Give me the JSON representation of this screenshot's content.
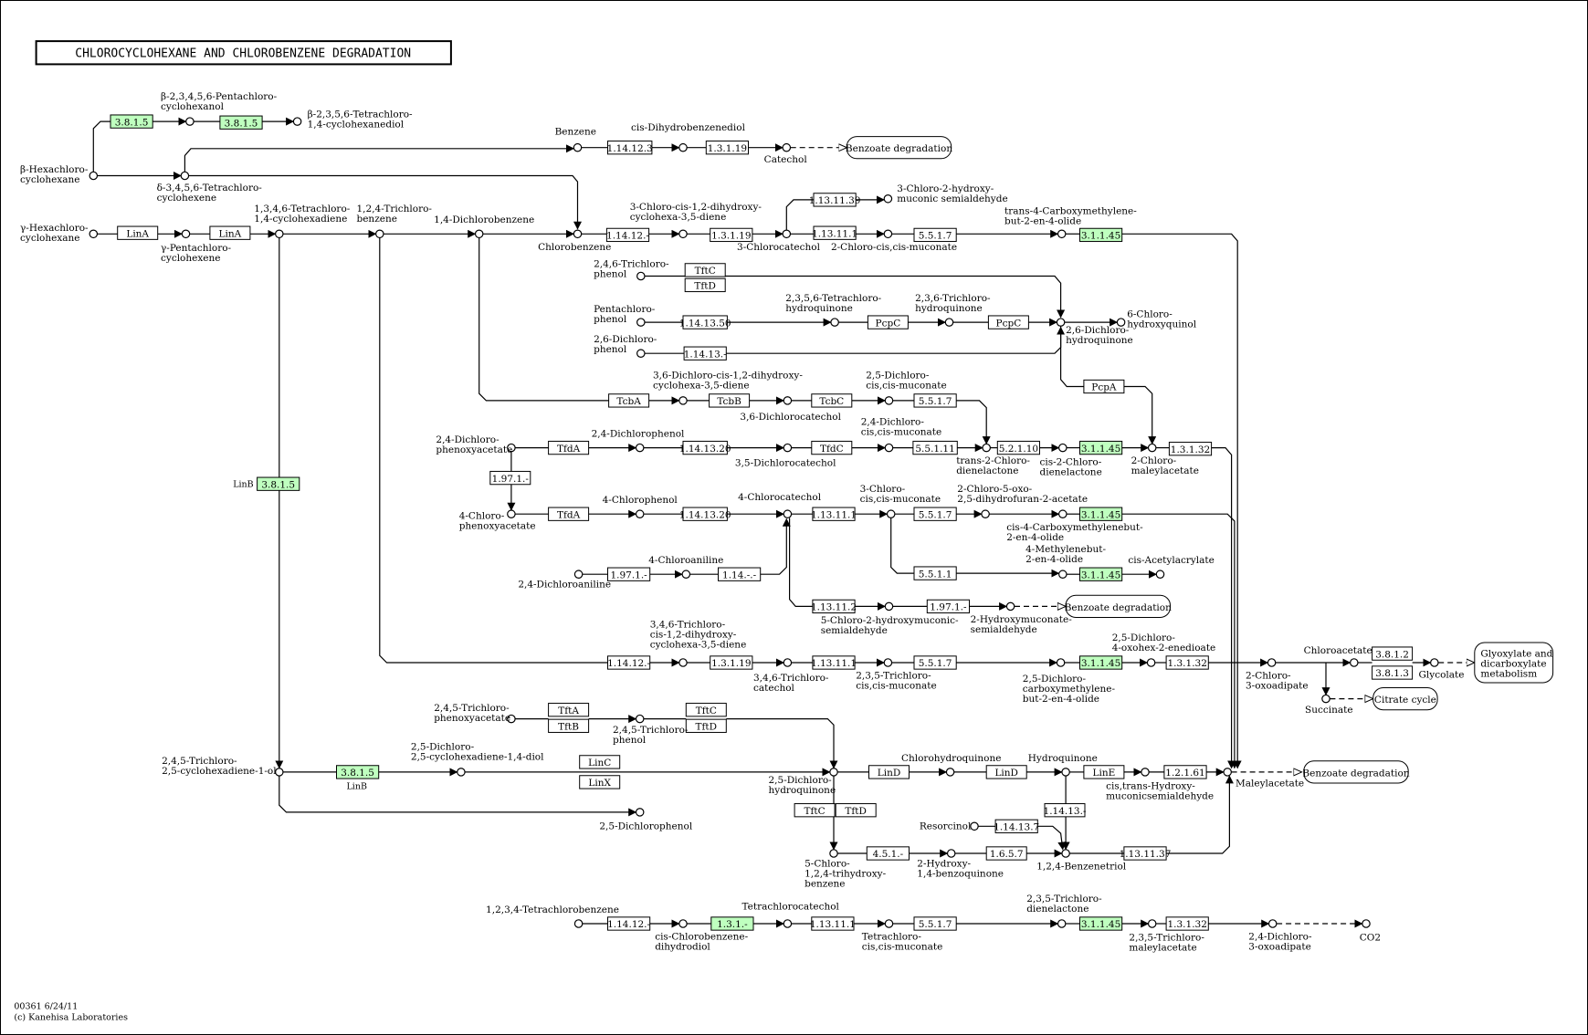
{
  "title": "CHLOROCYCLOHEXANE AND CHLOROBENZENE DEGRADATION",
  "footer": {
    "code": "00361 6/24/11",
    "copyright": "(c) Kanehisa Laboratories"
  },
  "colors": {
    "highlight": "#bfffbf",
    "plain": "#ffffff",
    "line": "#000000"
  },
  "enzymes": {
    "e381a": "3.8.1.5",
    "e381b": "3.8.1.5",
    "e381c": "3.8.1.5",
    "e381d": "3.8.1.5",
    "linA1": "LinA",
    "linA2": "LinA",
    "e114123": "1.14.12.3",
    "e13119a": "1.3.1.19",
    "e1412a": "1.14.12.-",
    "e13119b": "1.3.1.19",
    "e1313139": "1.13.11.39",
    "e1311a": "1.13.11.1",
    "e5517a": "5.5.1.7",
    "e3145a": "3.1.1.45",
    "tftC1": "TftC",
    "tftD1": "TftD",
    "e1141350": "1.14.13.50",
    "pcpC1": "PcpC",
    "pcpC2": "PcpC",
    "e11413a": "1.14.13.-",
    "tcbA": "TcbA",
    "tcbB": "TcbB",
    "tcbC": "TcbC",
    "e5517b": "5.5.1.7",
    "pcpA": "PcpA",
    "tfdA1": "TfdA",
    "e1141320a": "1.14.13.20",
    "tfdC": "TfdC",
    "e55111": "5.5.1.11",
    "e52110": "5.2.1.10",
    "e3145b": "3.1.1.45",
    "e13132a": "1.3.1.32",
    "e1971a": "1.97.1.-",
    "tfdA2": "TfdA",
    "e1141320b": "1.14.13.20",
    "e1311b": "1.13.11.1",
    "e5517c": "5.5.1.7",
    "e3145c": "3.1.1.45",
    "e5511": "5.5.1.1",
    "e3145d": "3.1.1.45",
    "e1971b": "1.97.1.-",
    "e114b": "1.14.-.-",
    "e1311212": "1.13.11.2",
    "e1971c": "1.97.1.-",
    "e1412b": "1.14.12.-",
    "e13119c": "1.3.1.19",
    "e1311c": "1.13.11.1",
    "e5517d": "5.5.1.7",
    "e3145e": "3.1.1.45",
    "e13132b": "1.3.1.32",
    "e3812": "3.8.1.2",
    "e3813": "3.8.1.3",
    "tftA": "TftA",
    "tftB": "TftB",
    "tftC2": "TftC",
    "tftD2": "TftD",
    "linC": "LinC",
    "linX": "LinX",
    "tftC3": "TftC",
    "tftD3": "TftD",
    "linD1": "LinD",
    "linD2": "LinD",
    "linE": "LinE",
    "e12161": "1.2.1.61",
    "e11413b": "1.14.13.-",
    "e114137": "1.14.13.7",
    "e451": "4.5.1.-",
    "e1657": "1.6.5.7",
    "e1311137": "1.13.11.37",
    "e1412c": "1.14.12.-",
    "e131": "1.3.1.-",
    "e1311d": "1.13.11.1",
    "e5517e": "5.5.1.7",
    "e3145f": "3.1.1.45",
    "e13132c": "1.3.1.32"
  },
  "compounds": {
    "c_pentachlorocyclohexanol": [
      "β-2,3,4,5,6-Pentachloro-",
      "cyclohexanol"
    ],
    "c_tetrachlorocyclohexanediol": [
      "β-2,3,5,6-Tetrachloro-",
      "1,4-cyclohexanediol"
    ],
    "c_bhch": [
      "β-Hexachloro-",
      "cyclohexane"
    ],
    "c_tetrachlorocyclohexene": [
      "δ-3,4,5,6-Tetrachloro-",
      "cyclohexene"
    ],
    "c_benzene": [
      "Benzene"
    ],
    "c_cisdihydrobenzenediol": [
      "cis-Dihydrobenzenediol"
    ],
    "c_catechol": [
      "Catechol"
    ],
    "c_ghch": [
      "γ-Hexachloro-",
      "cyclohexane"
    ],
    "c_ypcch": [
      "γ-Pentachloro-",
      "cyclohexene"
    ],
    "c_tetrachlorocyclohexadiene": [
      "1,3,4,6-Tetrachloro-",
      "1,4-cyclohexadiene"
    ],
    "c_124tcb": [
      "1,2,4-Trichloro-",
      "benzene"
    ],
    "c_14dcb": [
      "1,4-Dichlorobenzene"
    ],
    "c_chlorobenzene": [
      "Chlorobenzene"
    ],
    "c_3cldihydroxycyclohexadiene": [
      "3-Chloro-cis-1,2-dihydroxy-",
      "cyclohexa-3,5-diene"
    ],
    "c_3chlorocatechol": [
      "3-Chlorocatechol"
    ],
    "c_3cl2hydroxymuconic": [
      "3-Chloro-2-hydroxy-",
      "muconic semialdehyde"
    ],
    "c_2clmuconate": [
      "2-Chloro-cis,cis-muconate"
    ],
    "c_trans4cmb": [
      "trans-4-Carboxymethylene-",
      "but-2-en-4-olide"
    ],
    "c_246tcp": [
      "2,4,6-Trichloro-",
      "phenol"
    ],
    "c_pcp": [
      "Pentachloro-",
      "phenol"
    ],
    "c_2356tchq": [
      "2,3,5,6-Tetrachloro-",
      "hydroquinone"
    ],
    "c_236tchq": [
      "2,3,6-Trichloro-",
      "hydroquinone"
    ],
    "c_26dcp": [
      "2,6-Dichloro-",
      "phenol"
    ],
    "c_26dchq": [
      "2,6-Dichloro-",
      "hydroquinone"
    ],
    "c_6clhydroxyquinol": [
      "6-Chloro-",
      "hydroxyquinol"
    ],
    "c_36dcdihydroxy": [
      "3,6-Dichloro-cis-1,2-dihydroxy-",
      "cyclohexa-3,5-diene"
    ],
    "c_36dcc": [
      "3,6-Dichlorocatechol"
    ],
    "c_25dcmuconate": [
      "2,5-Dichloro-",
      "cis,cis-muconate"
    ],
    "c_24dcmuconate": [
      "2,4-Dichloro-",
      "cis,cis-muconate"
    ],
    "c_24d": [
      "2,4-Dichloro-",
      "phenoxyacetate"
    ],
    "c_24dcp": [
      "2,4-Dichlorophenol"
    ],
    "c_35dcc": [
      "3,5-Dichlorocatechol"
    ],
    "c_trans2cdl": [
      "trans-2-Chloro-",
      "dienelactone"
    ],
    "c_cis2cdl": [
      "cis-2-Chloro-",
      "dienelactone"
    ],
    "c_2clmaleylacetate": [
      "2-Chloro-",
      "maleylacetate"
    ],
    "c_4cpa": [
      "4-Chloro-",
      "phenoxyacetate"
    ],
    "c_4cp": [
      "4-Chlorophenol"
    ],
    "c_4cc": [
      "4-Chlorocatechol"
    ],
    "c_3clmuconate": [
      "3-Chloro-",
      "cis,cis-muconate"
    ],
    "c_2cl5oxo": [
      "2-Chloro-5-oxo-",
      "2,5-dihydrofuran-2-acetate"
    ],
    "c_cis4cmb": [
      "cis-4-Carboxymethylenebut-",
      "2-en-4-olide"
    ],
    "c_4methylenebutenolide": [
      "4-Methylenebut-",
      "2-en-4-olide"
    ],
    "c_cisacetylacrylate": [
      "cis-Acetylacrylate"
    ],
    "c_24dca": [
      "2,4-Dichloroaniline"
    ],
    "c_4ca": [
      "4-Chloroaniline"
    ],
    "c_5cl2hms": [
      "5-Chloro-2-hydroxymuconic-",
      "semialdehyde"
    ],
    "c_2hms": [
      "2-Hydroxymuconate-",
      "semialdehyde"
    ],
    "c_346tcdihydroxy": [
      "3,4,6-Trichloro-",
      "cis-1,2-dihydroxy-",
      "cyclohexa-3,5-diene"
    ],
    "c_346tcc": [
      "3,4,6-Trichloro-",
      "catechol"
    ],
    "c_235tcmuconate": [
      "2,3,5-Trichloro-",
      "cis,cis-muconate"
    ],
    "c_25dccmb": [
      "2,5-Dichloro-",
      "carboxymethylene-",
      "but-2-en-4-olide"
    ],
    "c_25dc4oxo": [
      "2,5-Dichloro-",
      "4-oxohex-2-enedioate"
    ],
    "c_2cl3oxoadipate": [
      "2-Chloro-",
      "3-oxoadipate"
    ],
    "c_chloroacetate": [
      "Chloroacetate"
    ],
    "c_glycolate": [
      "Glycolate"
    ],
    "c_succinate": [
      "Succinate"
    ],
    "c_245t": [
      "2,4,5-Trichloro-",
      "phenoxyacetate"
    ],
    "c_245tcp": [
      "2,4,5-Trichloro-",
      "phenol"
    ],
    "c_245tccd": [
      "2,4,5-Trichloro-",
      "2,5-cyclohexadiene-1-ol"
    ],
    "c_25dccd": [
      "2,5-Dichloro-",
      "2,5-cyclohexadiene-1,4-diol"
    ],
    "c_25dchq": [
      "2,5-Dichloro-",
      "hydroquinone"
    ],
    "c_chq": [
      "Chlorohydroquinone"
    ],
    "c_hq": [
      "Hydroquinone"
    ],
    "c_hms": [
      "cis,trans-Hydroxy-",
      "muconicsemialdehyde"
    ],
    "c_maleylacetate": [
      "Maleylacetate"
    ],
    "c_25dcp": [
      "2,5-Dichlorophenol"
    ],
    "c_resorcinol": [
      "Resorcinol"
    ],
    "c_124bt": [
      "1,2,4-Benzenetriol"
    ],
    "c_5cl124": [
      "5-Chloro-",
      "1,2,4-trihydroxy-",
      "benzene"
    ],
    "c_2h14bq": [
      "2-Hydroxy-",
      "1,4-benzoquinone"
    ],
    "c_123tcb": [
      "1,2,3,4-Tetrachlorobenzene"
    ],
    "c_cisclbdd": [
      "cis-Chlorobenzene-",
      "dihydrodiol"
    ],
    "c_tcc": [
      "Tetrachlorocatechol"
    ],
    "c_tcmuconate": [
      "Tetrachloro-",
      "cis,cis-muconate"
    ],
    "c_235tcdl": [
      "2,3,5-Trichloro-",
      "dienelactone"
    ],
    "c_235tcma": [
      "2,3,5-Trichloro-",
      "maleylacetate"
    ],
    "c_24dc3oxo": [
      "2,4-Dichloro-",
      "3-oxoadipate"
    ],
    "c_co2": [
      "CO2"
    ]
  },
  "maps": {
    "m_benzoate1": [
      "Benzoate degradation"
    ],
    "m_benzoate2": [
      "Benzoate degradation"
    ],
    "m_benzoate3": [
      "Benzoate degradation"
    ],
    "m_glyoxylate": [
      "Glyoxylate and",
      "dicarboxylate",
      "metabolism"
    ],
    "m_citrate": [
      "Citrate cycle"
    ]
  },
  "gene_labels": {
    "linB1": "LinB",
    "linB2": "LinB"
  }
}
